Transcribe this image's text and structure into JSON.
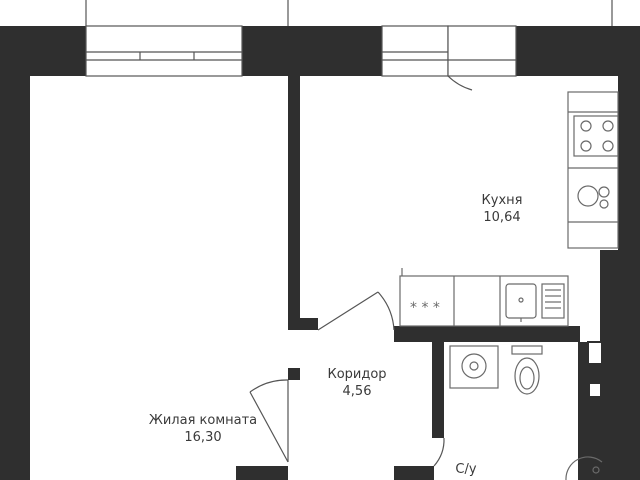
{
  "rooms": {
    "living": {
      "name": "Жилая комната",
      "area": "16,30"
    },
    "kitchen": {
      "name": "Кухня",
      "area": "10,64"
    },
    "corridor": {
      "name": "Коридор",
      "area": "4,56"
    },
    "bathroom": {
      "name": "С/у"
    }
  },
  "colors": {
    "wall": "#2f2f2f",
    "line": "#555555",
    "fixture": "#6a6a6a",
    "background": "#ffffff"
  }
}
